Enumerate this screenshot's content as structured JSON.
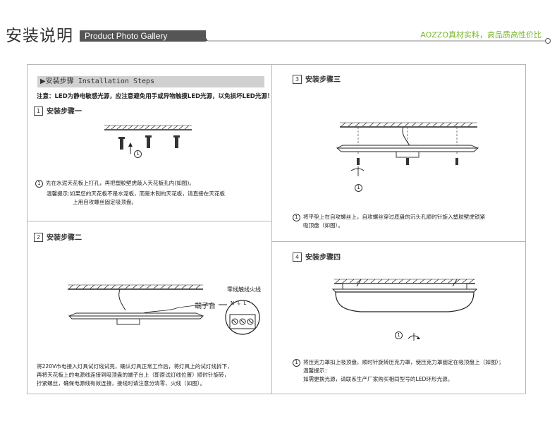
{
  "header": {
    "title_cn": "安装说明",
    "title_en": "Product Photo Gallery",
    "slogan": "AOZZO真材实料，高品质高性价比"
  },
  "intro": {
    "heading_cn": "▶安装步骤",
    "heading_en": "Installation Steps",
    "warning": "注意：LED为静电敏感光源，应注意避免用手或异物触摸LED光源，以免损坏LED光源！"
  },
  "steps": [
    {
      "num": "1",
      "title": "安装步骤一",
      "marker": "1",
      "text": "先在水泥天花板上打孔，再把塑胶壁虎敲入天花板孔内(如图)。",
      "tip_line1": "温馨提示:如果您的天花板不是水泥板，而是木制的天花板，请直接在天花板",
      "tip_line2": "上用自攻螺丝固定吸顶盘。"
    },
    {
      "num": "2",
      "title": "安装步骤二",
      "wire_label": "零线触线火线",
      "terminal_label": "端子台",
      "terminal_marks": [
        "N",
        "⏚",
        "L"
      ],
      "text_line1": "将220V市电接入灯具试灯线试亮，确认灯具正常工作后，将灯具上的试灯线拆下，",
      "text_line2": "再将天花板上的电源线连接到吸顶盘的端子台上（即原试灯线位置）顺时针旋转，",
      "text_line3": "拧紧螺丝，确保电源线有效连接，接线时请注意分清零、火线（如图）。"
    },
    {
      "num": "3",
      "title": "安装步骤三",
      "marker": "1",
      "text_line1": "将平垫上在自攻螺丝上，自攻螺丝穿过底盘的沉头孔顺时针旋入塑胶壁虎锁紧",
      "text_line2": "吸顶盘（如图）。"
    },
    {
      "num": "4",
      "title": "安装步骤四",
      "marker": "1",
      "text_line1": "将压克力罩扣上吸顶盘，顺时针旋转压克力罩，使压克力罩固定在吸顶盘上（如图）；",
      "tip_title": "温馨提示：",
      "tip_text": "如需更换光源，请联系生产厂家购买相同型号的LED环形光源。"
    }
  ]
}
